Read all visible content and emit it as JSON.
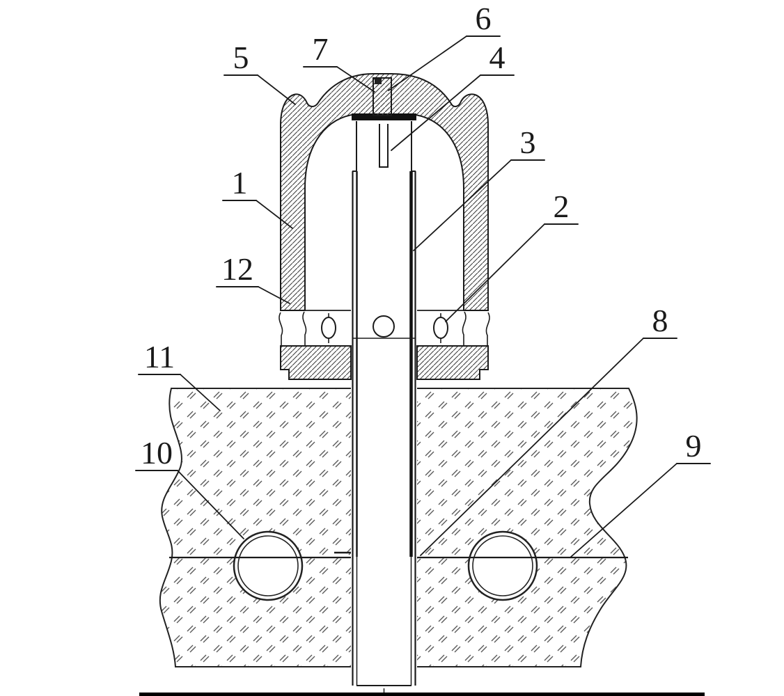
{
  "figure": {
    "callouts": {
      "n1": "1",
      "n2": "2",
      "n3": "3",
      "n4": "4",
      "n5": "5",
      "n6": "6",
      "n7": "7",
      "n8": "8",
      "n9": "9",
      "n10": "10",
      "n11": "11",
      "n12": "12"
    },
    "colors": {
      "ink": "#1a1a1a",
      "paper": "#ffffff",
      "hatch": "#3f3f3f",
      "ground_mark": "#5a5a5a"
    }
  }
}
